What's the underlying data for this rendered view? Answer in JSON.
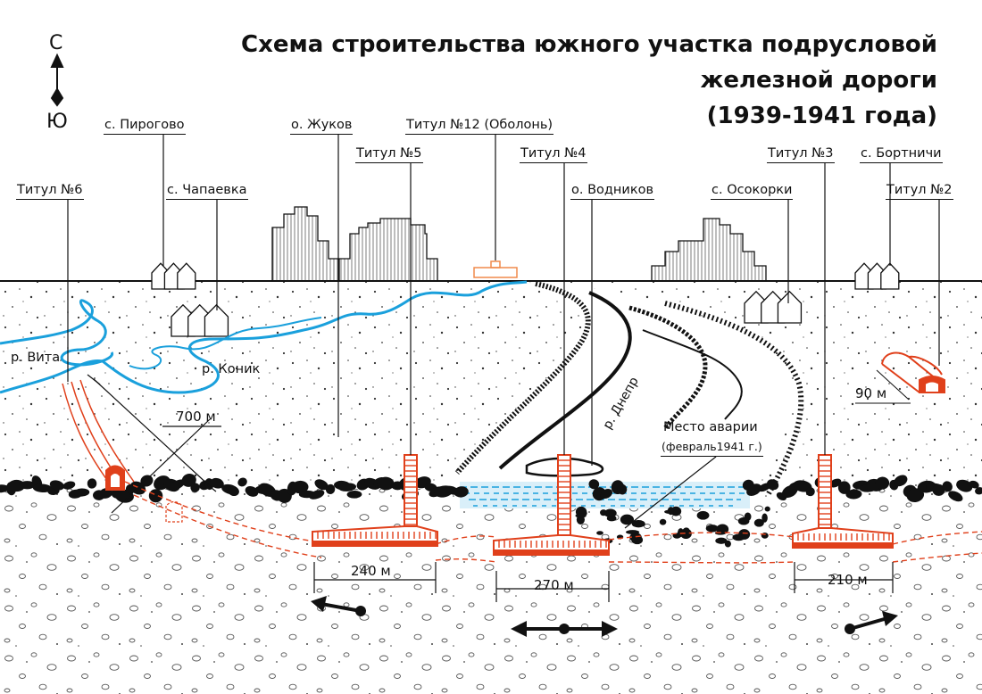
{
  "title": {
    "line1": "Схема строительства южного участка подрусловой железной дороги",
    "line2": "(1939-1941 года)"
  },
  "compass": {
    "north": "С",
    "south": "Ю"
  },
  "sites": {
    "titul6": "Титул №6",
    "pirogovo": "с. Пирогово",
    "chapaevka": "с. Чапаевка",
    "zhukov": "о. Жуков",
    "titul5": "Титул №5",
    "titul12": "Титул №12 (Оболонь)",
    "titul4": "Титул №4",
    "vodnikov": "о. Водников",
    "osokorki": "с. Осокорки",
    "titul3": "Титул №3",
    "bortnichi": "с. Бортничи",
    "titul2": "Титул №2"
  },
  "rivers": {
    "vita": "р. Вита",
    "konik": "р. Коник",
    "dnepr": "р. Днепр"
  },
  "accident": {
    "label": "Место аварии",
    "date": "(февраль1941 г.)"
  },
  "lengths": {
    "tunnel": "700 м",
    "titul5_block": "240 м",
    "titul4_block": "270 м",
    "titul3_block": "210 м",
    "titul2_portal": "90 м"
  },
  "colors": {
    "ink": "#111111",
    "construction": "#e0401b",
    "water": "#1aa0dc",
    "highlight": "#f08a4b"
  }
}
